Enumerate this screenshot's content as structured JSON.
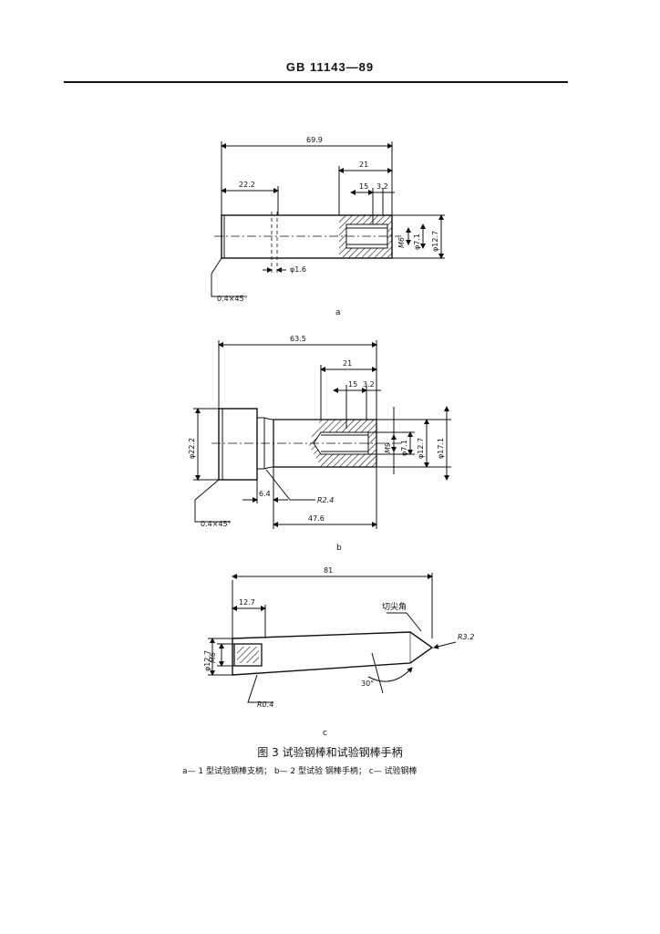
{
  "header": {
    "standard": "GB 11143—89"
  },
  "figure_a": {
    "label": "a",
    "dims": {
      "overall": "69.9",
      "thread_depth": "21",
      "left_section": "22.2",
      "drill_depth": "15",
      "counterbore": "3.2",
      "thread": "M6",
      "bore_dia": "φ7.1",
      "outer_dia": "φ12.7",
      "hole": "φ1.6",
      "chamfer": "0.4×45°"
    }
  },
  "figure_b": {
    "label": "b",
    "dims": {
      "overall": "63.5",
      "thread_depth": "21",
      "drill_depth": "15",
      "counterbore": "3.2",
      "head_dia": "φ22.2",
      "thread": "M9",
      "bore_dia": "φ7.1",
      "mid_dia": "φ12.7",
      "outer_dia": "φ17.1",
      "neck": "6.4",
      "radius": "R2.4",
      "shank": "47.6",
      "chamfer": "0.4×45°"
    }
  },
  "figure_c": {
    "label": "c",
    "dims": {
      "overall": "81",
      "thread_len": "12.7",
      "outer_dia": "φ12.7",
      "thread": "M6",
      "note_cut_tip": "切尖角",
      "tip_radius": "R3.2",
      "angle": "30°",
      "edge_radius": "R0.4"
    }
  },
  "caption": {
    "title": "图 3   试验钢棒和试验钢棒手柄",
    "legend": "a— 1 型试验钢棒支柄； b— 2 型试验 钢棒手柄； c— 试验钢棒"
  }
}
